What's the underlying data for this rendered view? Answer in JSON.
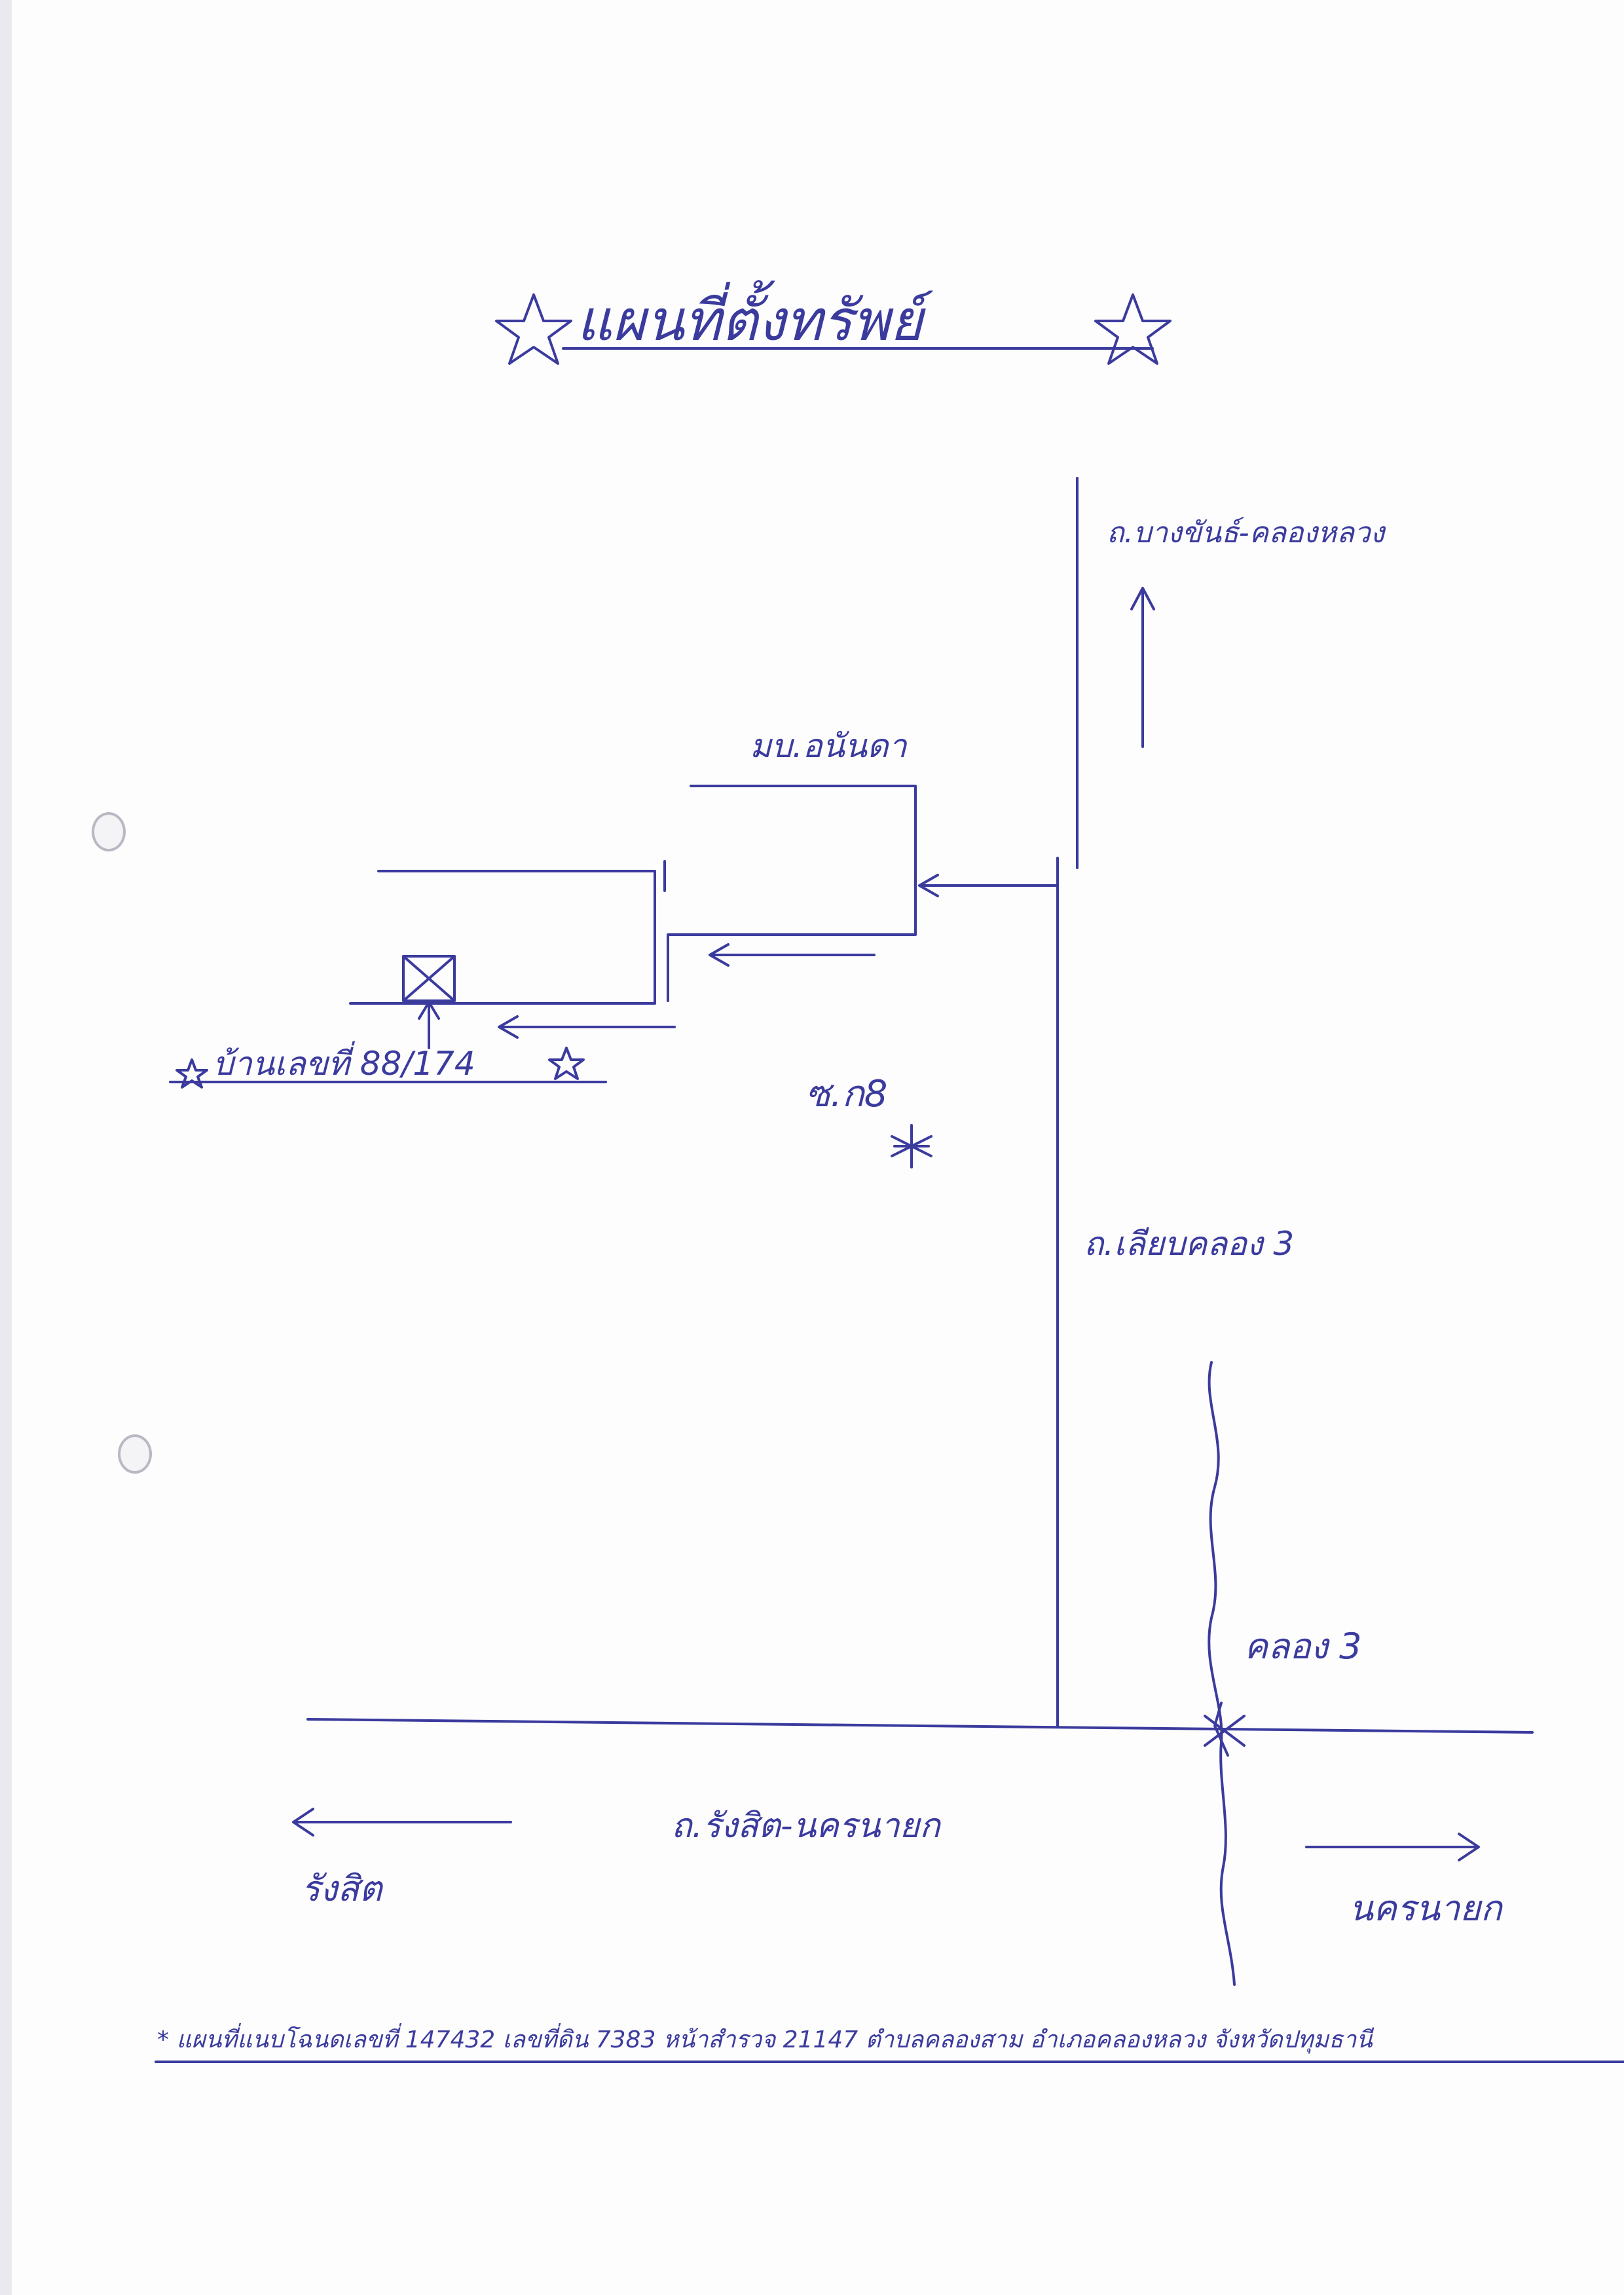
{
  "title": "แผนที่ตั้งทรัพย์",
  "roads": {
    "bangkhan_khlongluang": "ถ.บางขันธ์-คลองหลวง",
    "liap_khlong3": "ถ.เลียบคลอง 3",
    "rangsit_nakhonnayok": "ถ.รังสิต-นครนายก"
  },
  "village": "มบ.อนันดา",
  "house": "บ้านเลขที่ 88/174",
  "soi": "ซ.ก8",
  "canal": "คลอง 3",
  "direction_left": "รังสิต",
  "direction_right": "นครนายก",
  "footnote": "* แผนที่แนบโฉนดเลขที่ 147432 เลขที่ดิน 7383 หน้าสำรวจ 21147 ตำบลคลองสาม อำเภอคลองหลวง จังหวัดปทุมธานี",
  "ink_color": "#3b3b9e"
}
